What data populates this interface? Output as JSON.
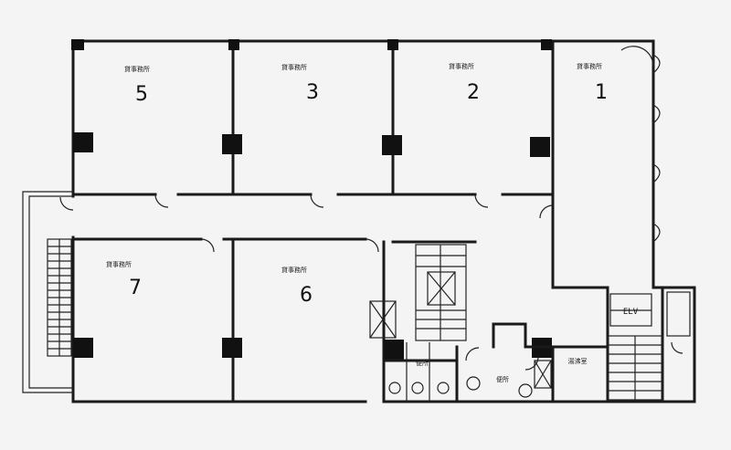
{
  "rooms": [
    {
      "id": "room-5",
      "label": "貸事務所",
      "number": "5"
    },
    {
      "id": "room-3",
      "label": "貸事務所",
      "number": "3"
    },
    {
      "id": "room-2",
      "label": "貸事務所",
      "number": "2"
    },
    {
      "id": "room-1",
      "label": "貸事務所",
      "number": "1"
    },
    {
      "id": "room-7",
      "label": "貸事務所",
      "number": "7"
    },
    {
      "id": "room-6",
      "label": "貸事務所",
      "number": "6"
    }
  ],
  "elevator": {
    "label": "ELV"
  },
  "toilets": {
    "left_label": "便所",
    "right_label": "便所"
  },
  "storage": {
    "label": "湯沸室"
  }
}
